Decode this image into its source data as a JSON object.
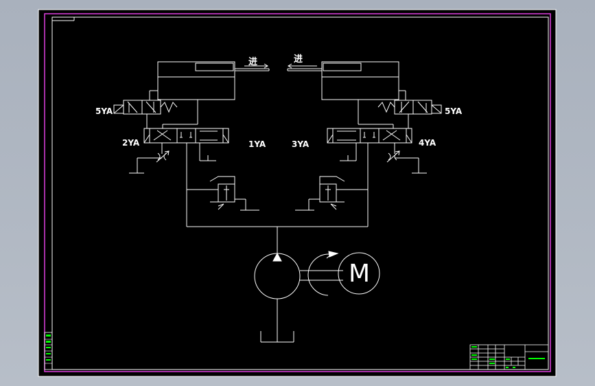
{
  "drawing": {
    "background": "#000000",
    "frame_color": "#e040e0",
    "line_color": "#ffffff",
    "accent_color": "#00ff00",
    "labels": {
      "left_solenoid": "5YA",
      "right_solenoid": "5YA",
      "valve_2ya": "2YA",
      "valve_1ya": "1YA",
      "valve_3ya": "3YA",
      "valve_4ya": "4YA",
      "feed_left": "进",
      "feed_right": "进",
      "motor": "M"
    }
  }
}
